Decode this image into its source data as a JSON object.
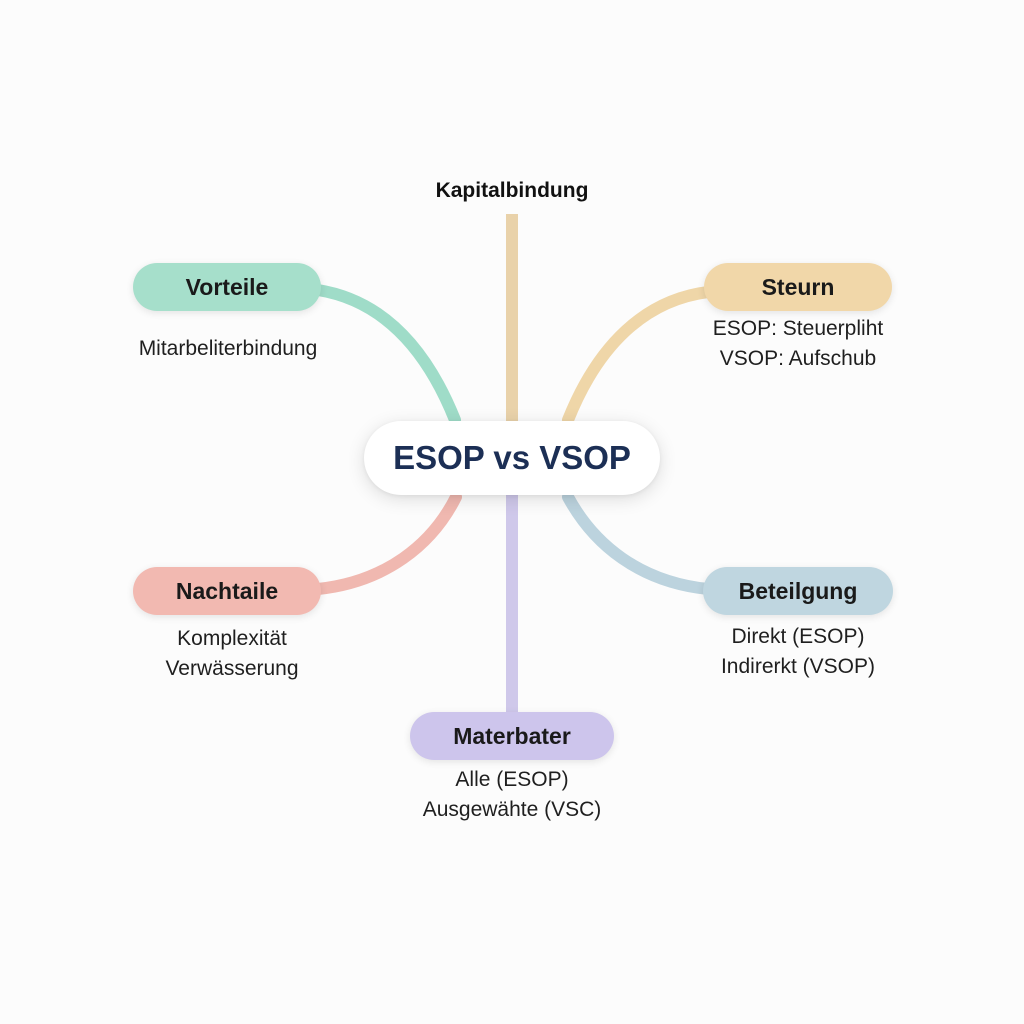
{
  "title": "ESOP vs VSOP",
  "top_branch": {
    "label": "Kapitalbindung",
    "color": "#e9d2aa"
  },
  "nodes": {
    "vorteile": {
      "label": "Vorteile",
      "color": "#a6dfcb",
      "line_color": "#9fdcc8",
      "details": [
        "Mitarbeliterbindung"
      ]
    },
    "steurn": {
      "label": "Steurn",
      "color": "#f1d7a9",
      "line_color": "#efd6a8",
      "details": [
        "ESOP: Steuerpliht",
        "VSOP: Aufschub"
      ]
    },
    "nachtaile": {
      "label": "Nachtaile",
      "color": "#f2b9b1",
      "line_color": "#f0b8b0",
      "details": [
        "Komplexität",
        "Verwässerung"
      ]
    },
    "beteilgung": {
      "label": "Beteilgung",
      "color": "#bfd6e0",
      "line_color": "#bcd3de",
      "details": [
        "Direkt (ESOP)",
        "Indirerkt (VSOP)"
      ]
    },
    "materbater": {
      "label": "Materbater",
      "color": "#cdc5ec",
      "line_color": "#cfc8ea",
      "details": [
        "Alle (ESOP)",
        "Ausgewähte (VSC)"
      ]
    }
  }
}
